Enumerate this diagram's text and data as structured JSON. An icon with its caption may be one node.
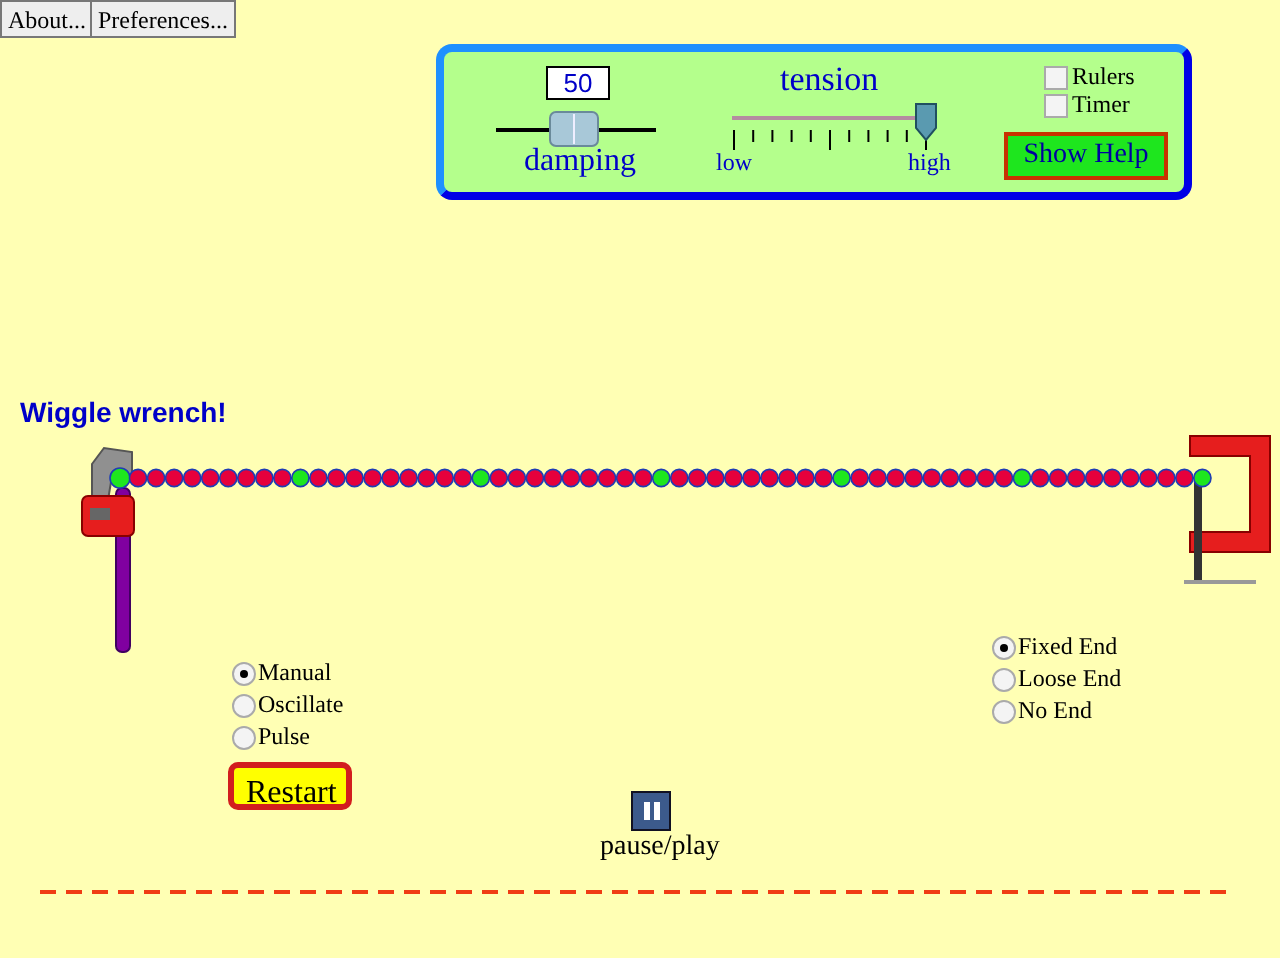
{
  "diagram": {
    "nodes": [
      {
        "text": [
          "About..."
        ]
      },
      {
        "text": [
          "Preferences..."
        ]
      },
      {
        "text": [],
        "shape": "box"
      },
      {
        "text": [
          "50"
        ],
        "in": 2
      },
      {
        "text": [
          "Show Help"
        ],
        "in": 2
      },
      {
        "text": [
          "Restart"
        ]
      }
    ],
    "labels": [
      "damping",
      "tension",
      "low",
      "high",
      "Rulers",
      "Timer",
      "Wiggle wrench!",
      "Manual",
      "Oscillate",
      "Pulse",
      "Fixed End",
      "Loose End",
      "No End",
      "pause/play"
    ]
  }
}
